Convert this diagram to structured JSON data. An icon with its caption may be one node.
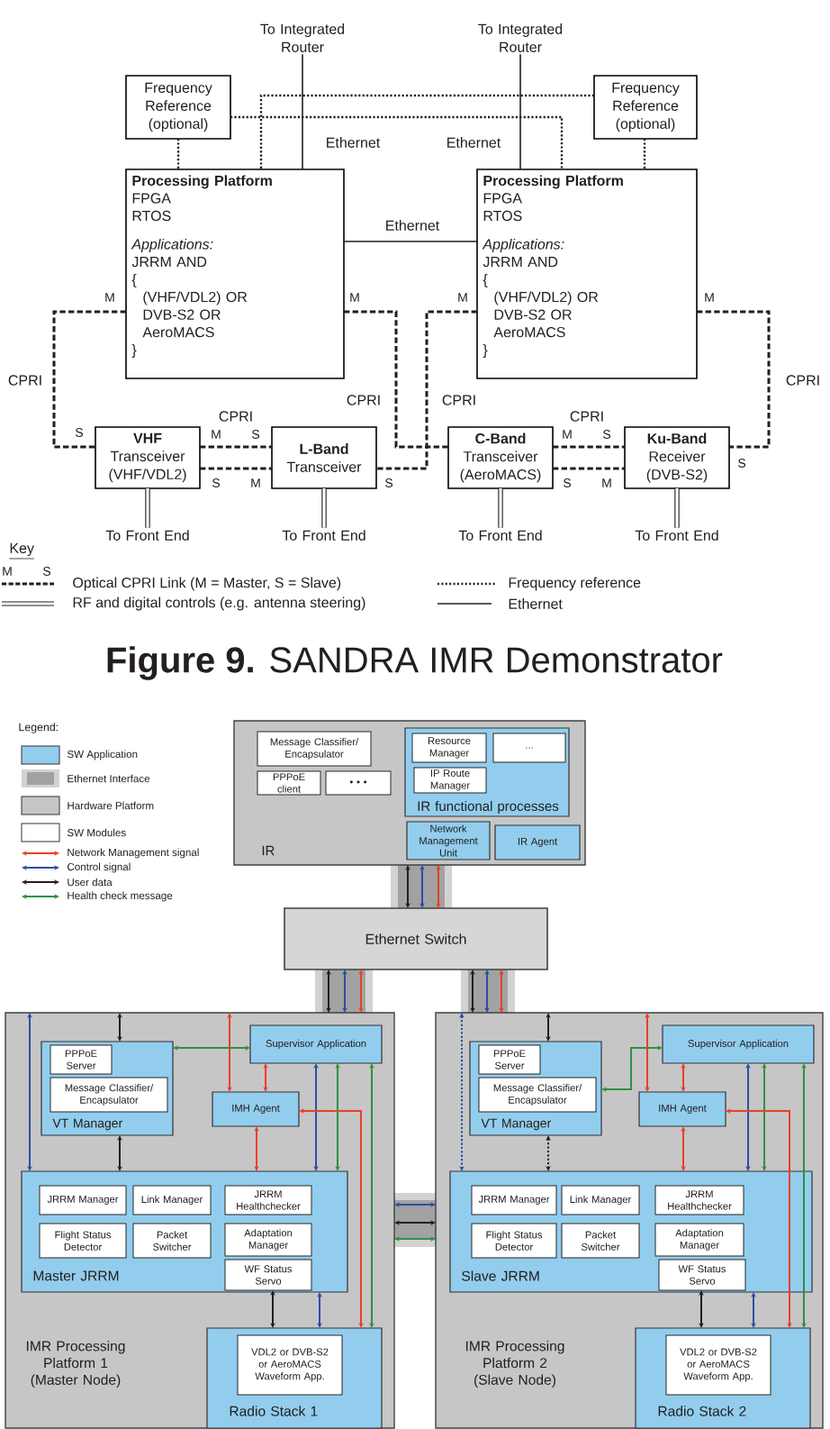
{
  "diagram": {
    "caption": "**Figure 9.** SANDRA IMR Demonstrator",
    "nodes": [
      {
        "text": [
          "To Integrated Router"
        ]
      },
      {
        "text": [
          "To Integrated Router"
        ]
      },
      {
        "text": [
          "Frequency Reference (optional)"
        ]
      },
      {
        "text": [
          "Frequency Reference (optional)"
        ]
      },
      {
        "text": [
          "Processing Platform",
          "FPGA",
          "RTOS",
          "Applications:",
          "JRRM AND",
          "{",
          "(VHF/VDL2) OR",
          "DVB-S2 OR",
          "AeroMACS",
          "}"
        ]
      },
      {
        "text": [
          "Processing Platform",
          "FPGA",
          "RTOS",
          "Applications:",
          "JRRM AND",
          "{",
          "(VHF/VDL2) OR",
          "DVB-S2 OR",
          "AeroMACS",
          "}"
        ]
      },
      {
        "text": [
          "VHF",
          "Transceiver",
          "(VHF/VDL2)"
        ]
      },
      {
        "text": [
          "L-Band",
          "Transceiver"
        ]
      },
      {
        "text": [
          "C-Band",
          "Transceiver",
          "(AeroMACS)"
        ]
      },
      {
        "text": [
          "Ku-Band",
          "Receiver",
          "(DVB-S2)"
        ]
      },
      {
        "text": [
          "To Front End"
        ]
      },
      {
        "text": [
          "To Front End"
        ]
      },
      {
        "text": [
          "To Front End"
        ]
      },
      {
        "text": [
          "To Front End"
        ]
      },
      {
        "text": [
          "IR"
        ]
      },
      {
        "text": [
          "Message Classifier/ Encapsulator"
        ],
        "in": 14
      },
      {
        "text": [
          "PPPoE client"
        ],
        "in": 14
      },
      {
        "text": [
          "• • •"
        ],
        "in": 14
      },
      {
        "text": [
          "IR functional processes"
        ],
        "in": 14
      },
      {
        "text": [
          "Resource Manager"
        ],
        "in": 18
      },
      {
        "text": [
          "..."
        ],
        "in": 18
      },
      {
        "text": [
          "IP Route Manager"
        ],
        "in": 18
      },
      {
        "text": [
          "Network Management Unit"
        ],
        "in": 14
      },
      {
        "text": [
          "IR Agent"
        ],
        "in": 14
      },
      {
        "text": [
          "Ethernet Switch"
        ]
      },
      {
        "text": [
          "IMR Processing Platform 1 (Master Node)"
        ]
      },
      {
        "text": [
          "VT Manager"
        ],
        "in": 25
      },
      {
        "text": [
          "PPPoE Server"
        ],
        "in": 26
      },
      {
        "text": [
          "Message Classifier/ Encapsulator"
        ],
        "in": 26
      },
      {
        "text": [
          "Supervisor Application"
        ],
        "in": 25
      },
      {
        "text": [
          "IMH Agent"
        ],
        "in": 25
      },
      {
        "text": [
          "Master JRRM"
        ],
        "in": 25
      },
      {
        "text": [
          "JRRM Manager"
        ],
        "in": 31
      },
      {
        "text": [
          "Link Manager"
        ],
        "in": 31
      },
      {
        "text": [
          "JRRM Healthchecker"
        ],
        "in": 31
      },
      {
        "text": [
          "Flight Status Detector"
        ],
        "in": 31
      },
      {
        "text": [
          "Packet Switcher"
        ],
        "in": 31
      },
      {
        "text": [
          "Adaptation Manager"
        ],
        "in": 31
      },
      {
        "text": [
          "WF Status Servo"
        ],
        "in": 31
      },
      {
        "text": [
          "Radio Stack 1"
        ],
        "in": 25
      },
      {
        "text": [
          "VDL2 or DVB-S2 or AeroMACS Waveform App."
        ],
        "in": 39
      },
      {
        "text": [
          "IMR Processing Platform 2 (Slave Node)"
        ]
      },
      {
        "text": [
          "VT Manager"
        ],
        "in": 41
      },
      {
        "text": [
          "PPPoE Server"
        ],
        "in": 42
      },
      {
        "text": [
          "Message Classifier/ Encapsulator"
        ],
        "in": 42
      },
      {
        "text": [
          "Supervisor Application"
        ],
        "in": 41
      },
      {
        "text": [
          "IMH Agent"
        ],
        "in": 41
      },
      {
        "text": [
          "Slave JRRM"
        ],
        "in": 41
      },
      {
        "text": [
          "JRRM Manager"
        ],
        "in": 47
      },
      {
        "text": [
          "Link Manager"
        ],
        "in": 47
      },
      {
        "text": [
          "JRRM Healthchecker"
        ],
        "in": 47
      },
      {
        "text": [
          "Flight Status Detector"
        ],
        "in": 47
      },
      {
        "text": [
          "Packet Switcher"
        ],
        "in": 47
      },
      {
        "text": [
          "Adaptation Manager"
        ],
        "in": 47
      },
      {
        "text": [
          "WF Status Servo"
        ],
        "in": 47
      },
      {
        "text": [
          "Radio Stack 2"
        ],
        "in": 41
      },
      {
        "text": [
          "VDL2 or DVB-S2 or AeroMACS Waveform App."
        ],
        "in": 55
      }
    ],
    "edges": [
      {
        "from": 0,
        "to": 4,
        "arrow": "none",
        "label": "Ethernet"
      },
      {
        "from": 1,
        "to": 5,
        "arrow": "none",
        "label": "Ethernet"
      },
      {
        "from": 2,
        "to": 4,
        "arrow": "none",
        "style": "dashed"
      },
      {
        "from": 2,
        "to": 5,
        "arrow": "none",
        "style": "dashed"
      },
      {
        "from": 3,
        "to": 5,
        "arrow": "none",
        "style": "dashed"
      },
      {
        "from": 3,
        "to": 4,
        "arrow": "none",
        "style": "dashed"
      },
      {
        "from": 4,
        "to": 5,
        "arrow": "none",
        "label": "Ethernet"
      },
      {
        "from": 4,
        "to": 6,
        "arrow": "none",
        "label": "CPRI",
        "style": "dashed"
      },
      {
        "from": 4,
        "to": 8,
        "arrow": "none",
        "label": "CPRI",
        "style": "dashed"
      },
      {
        "from": 5,
        "to": 7,
        "arrow": "none",
        "label": "CPRI",
        "style": "dashed"
      },
      {
        "from": 5,
        "to": 9,
        "arrow": "none",
        "label": "CPRI",
        "style": "dashed"
      },
      {
        "from": 6,
        "to": 7,
        "arrow": "none",
        "label": "CPRI",
        "style": "dashed"
      },
      {
        "from": 6,
        "to": 7,
        "arrow": "none",
        "style": "dashed"
      },
      {
        "from": 8,
        "to": 9,
        "arrow": "none",
        "label": "CPRI",
        "style": "dashed"
      },
      {
        "from": 8,
        "to": 9,
        "arrow": "none",
        "style": "dashed"
      },
      {
        "from": 6,
        "to": 10,
        "arrow": "none",
        "style": "thick"
      },
      {
        "from": 7,
        "to": 11,
        "arrow": "none",
        "style": "thick"
      },
      {
        "from": 8,
        "to": 12,
        "arrow": "none",
        "style": "thick"
      },
      {
        "from": 9,
        "to": 13,
        "arrow": "none",
        "style": "thick"
      },
      {
        "from": 14,
        "to": 24,
        "arrow": "both"
      },
      {
        "from": 14,
        "to": 24,
        "arrow": "both",
        "color": "#2a4fa6"
      },
      {
        "from": 14,
        "to": 24,
        "arrow": "both",
        "color": "#e8402a"
      },
      {
        "from": 24,
        "to": 25,
        "arrow": "both"
      },
      {
        "from": 24,
        "to": 25,
        "arrow": "both",
        "color": "#2a4fa6"
      },
      {
        "from": 24,
        "to": 25,
        "arrow": "both",
        "color": "#e8402a"
      },
      {
        "from": 24,
        "to": 41,
        "arrow": "both"
      },
      {
        "from": 24,
        "to": 41,
        "arrow": "both",
        "color": "#2a4fa6"
      },
      {
        "from": 24,
        "to": 41,
        "arrow": "both",
        "color": "#e8402a"
      },
      {
        "from": 25,
        "to": 41,
        "arrow": "both",
        "color": "#2a4fa6"
      },
      {
        "from": 25,
        "to": 41,
        "arrow": "both"
      },
      {
        "from": 25,
        "to": 41,
        "arrow": "both",
        "color": "#2e9140"
      },
      {
        "from": 25,
        "to": 31,
        "arrow": "both",
        "color": "#2a4fa6"
      },
      {
        "from": 25,
        "to": 26,
        "arrow": "both"
      },
      {
        "from": 26,
        "to": 31,
        "arrow": "both"
      },
      {
        "from": 25,
        "to": 30,
        "arrow": "both",
        "color": "#e8402a"
      },
      {
        "from": 26,
        "to": 29,
        "arrow": "both",
        "color": "#2e9140"
      },
      {
        "from": 29,
        "to": 30,
        "arrow": "both",
        "color": "#e8402a"
      },
      {
        "from": 29,
        "to": 31,
        "arrow": "both",
        "color": "#2a4fa6"
      },
      {
        "from": 29,
        "to": 31,
        "arrow": "both",
        "color": "#2e9140"
      },
      {
        "from": 29,
        "to": 39,
        "arrow": "both",
        "color": "#2e9140"
      },
      {
        "from": 30,
        "to": 39,
        "arrow": "both",
        "color": "#e8402a"
      },
      {
        "from": 30,
        "to": 31,
        "arrow": "both",
        "color": "#e8402a"
      },
      {
        "from": 38,
        "to": 39,
        "arrow": "both"
      },
      {
        "from": 31,
        "to": 39,
        "arrow": "both",
        "color": "#2a4fa6"
      },
      {
        "from": 41,
        "to": 47,
        "arrow": "both",
        "color": "#2a4fa6",
        "style": "dashed"
      },
      {
        "from": 41,
        "to": 42,
        "arrow": "both"
      },
      {
        "from": 42,
        "to": 47,
        "arrow": "both",
        "style": "dashed"
      },
      {
        "from": 41,
        "to": 46,
        "arrow": "both",
        "color": "#e8402a"
      },
      {
        "from": 42,
        "to": 45,
        "arrow": "both",
        "color": "#2e9140"
      },
      {
        "from": 45,
        "to": 46,
        "arrow": "both",
        "color": "#e8402a"
      },
      {
        "from": 45,
        "to": 47,
        "arrow": "both",
        "color": "#2a4fa6"
      },
      {
        "from": 45,
        "to": 47,
        "arrow": "both",
        "color": "#2e9140"
      },
      {
        "from": 45,
        "to": 55,
        "arrow": "both",
        "color": "#2e9140"
      },
      {
        "from": 46,
        "to": 55,
        "arrow": "both",
        "color": "#e8402a"
      },
      {
        "from": 46,
        "to": 47,
        "arrow": "both",
        "color": "#e8402a"
      },
      {
        "from": 54,
        "to": 55,
        "arrow": "both"
      },
      {
        "from": 47,
        "to": 55,
        "arrow": "both",
        "color": "#2a4fa6"
      }
    ],
    "labels": [
      "M",
      "M",
      "M",
      "M",
      "S",
      "M",
      "S",
      "M",
      "S",
      "S",
      "S",
      "M",
      "S",
      "S",
      "M",
      "Key",
      "M",
      "S",
      "Legend:"
    ],
    "legend": [
      {
        "text": "Optical CPRI Link (M = Master, S = Slave)"
      },
      {
        "text": "Frequency reference"
      },
      {
        "text": "RF and digital controls (e.g. antenna steering)"
      },
      {
        "text": "Ethernet"
      },
      {
        "text": "SW Application",
        "color": "#92cdee"
      },
      {
        "text": "Ethernet Interface",
        "color": "#a2a2a2"
      },
      {
        "text": "Hardware Platform",
        "color": "#c6c6c6"
      },
      {
        "text": "SW Modules"
      },
      {
        "text": "Network Management signal",
        "color": "#e8402a"
      },
      {
        "text": "Control signal",
        "color": "#2a4fa6"
      },
      {
        "text": "User data",
        "color": "#231f20"
      },
      {
        "text": "Health check message",
        "color": "#2e9140"
      }
    ]
  }
}
